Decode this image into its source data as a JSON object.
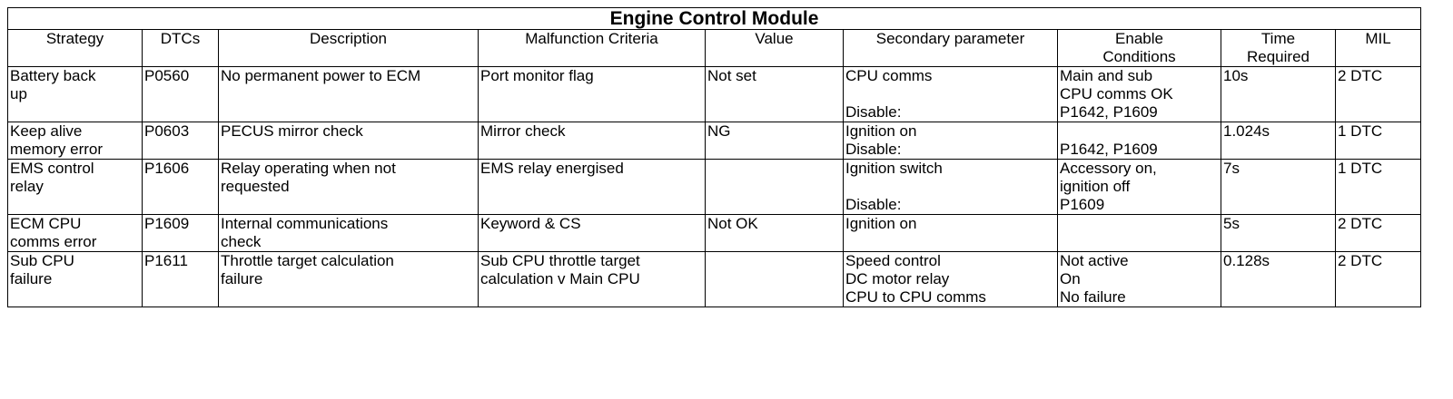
{
  "title": "Engine Control Module",
  "headers": [
    "Strategy",
    "DTCs",
    "Description",
    "Malfunction Criteria",
    "Value",
    "Secondary parameter",
    "Enable\nConditions",
    "Time\nRequired",
    "MIL"
  ],
  "rows": [
    [
      "Battery back\nup",
      "P0560",
      "No permanent power to ECM",
      "Port monitor flag",
      "Not set",
      "CPU comms\n\nDisable:",
      "Main and sub\nCPU comms OK\nP1642, P1609",
      "10s",
      "2 DTC"
    ],
    [
      "Keep alive\nmemory error",
      "P0603",
      "PECUS mirror check",
      "Mirror check",
      "NG",
      "Ignition on\nDisable:",
      "\nP1642, P1609",
      "1.024s",
      "1 DTC"
    ],
    [
      "EMS control\nrelay",
      "P1606",
      "Relay operating when not\nrequested",
      "EMS relay energised",
      "",
      "Ignition switch\n\nDisable:",
      "Accessory on,\nignition off\nP1609",
      "7s",
      "1 DTC"
    ],
    [
      "ECM CPU\ncomms error",
      "P1609",
      "Internal communications\ncheck",
      "Keyword & CS",
      "Not OK",
      "Ignition on",
      "",
      "5s",
      "2 DTC"
    ],
    [
      "Sub CPU\nfailure",
      "P1611",
      "Throttle target calculation\nfailure",
      "Sub CPU throttle target\ncalculation v Main CPU",
      "",
      "Speed control\nDC motor relay\nCPU to CPU comms",
      "Not active\nOn\nNo failure",
      "0.128s",
      "2 DTC"
    ]
  ]
}
